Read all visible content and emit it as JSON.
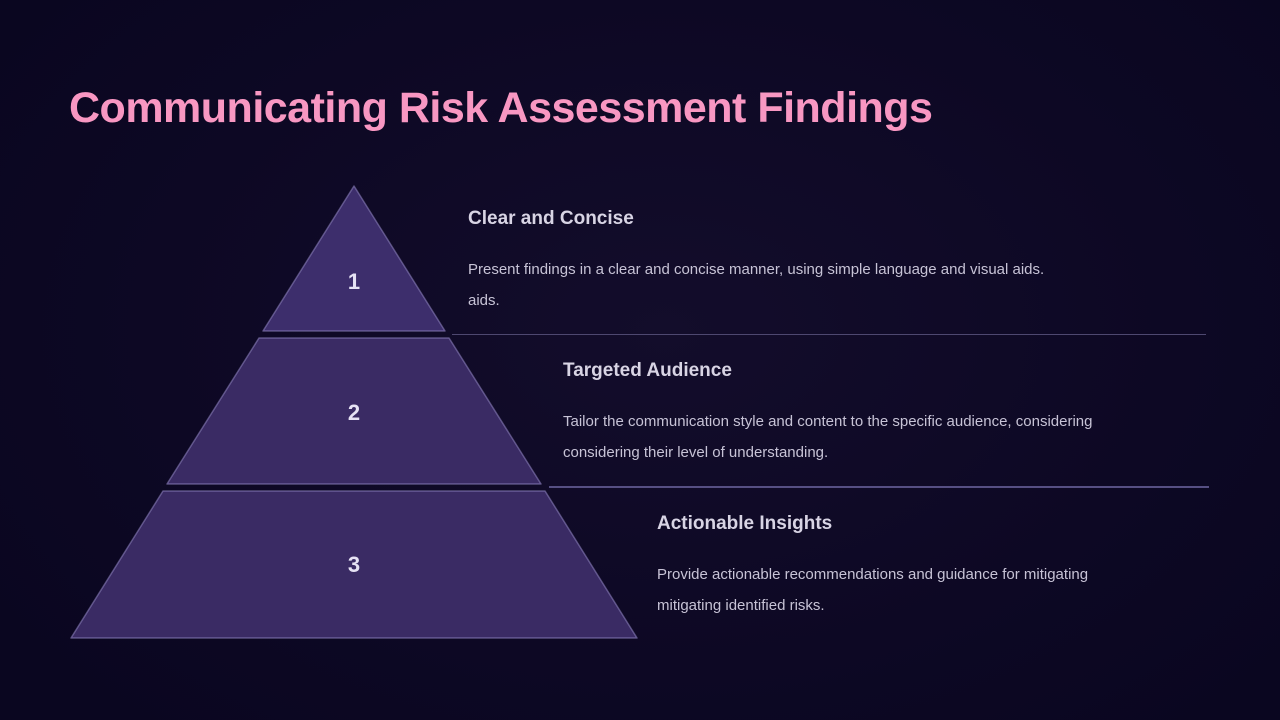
{
  "slide": {
    "title": "Communicating Risk Assessment Findings",
    "title_color": "#f897c2",
    "background_color": "#0c0722"
  },
  "pyramid": {
    "type": "3-level-pyramid",
    "fill_color": "#3b2c66",
    "border_color": "#8d7fba",
    "levels": [
      {
        "number": "1"
      },
      {
        "number": "2"
      },
      {
        "number": "3"
      }
    ]
  },
  "sections": [
    {
      "heading": "Clear and Concise",
      "lines": [
        "Present findings in a clear and concise manner, using simple language and visual aids.",
        "aids."
      ]
    },
    {
      "heading": "Targeted Audience",
      "lines": [
        "Tailor the communication style and content to the specific audience, considering",
        "considering their level of understanding."
      ]
    },
    {
      "heading": "Actionable Insights",
      "lines": [
        "Provide actionable recommendations and guidance for mitigating",
        "mitigating identified risks."
      ]
    }
  ]
}
